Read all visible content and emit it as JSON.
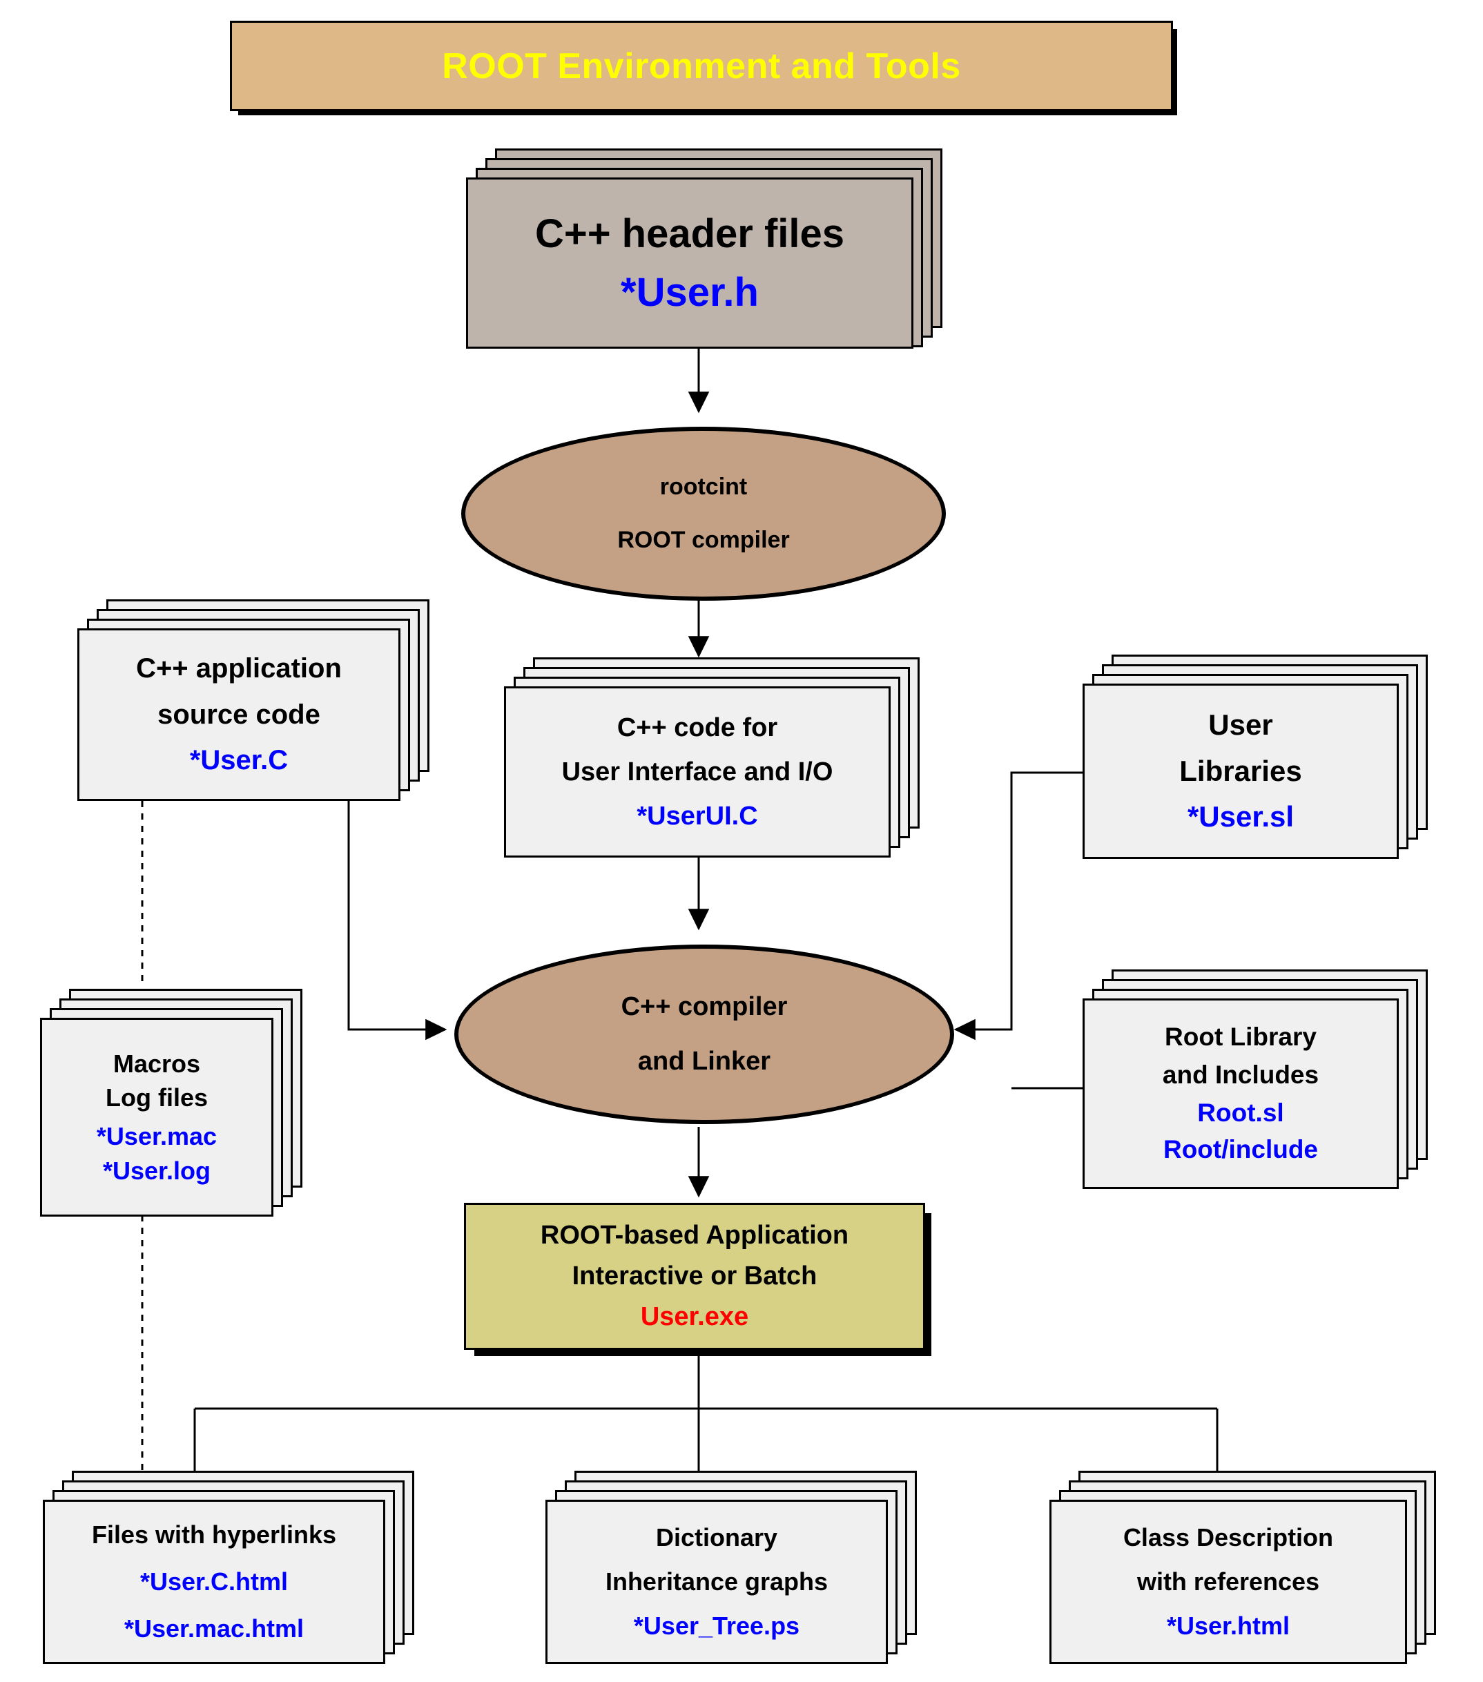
{
  "banner": {
    "title": "ROOT Environment and Tools",
    "bg": "#deb887",
    "text_color": "#ffff00"
  },
  "palette": {
    "header_fill": "#beb4ab",
    "doc_fill": "#f0f0f0",
    "ellipse_fill": "#c4a184",
    "app_fill": "#d6d184",
    "blue": "#0000ff",
    "red": "#ff0000",
    "black": "#000000"
  },
  "nodes": {
    "header_files": {
      "line1": "C++ header files",
      "line2": "*User.h",
      "kind": "stacked-document"
    },
    "rootcint": {
      "line1": "rootcint",
      "line2": "ROOT compiler",
      "kind": "ellipse"
    },
    "app_source": {
      "line1": "C++ application",
      "line2": "source code",
      "line3": "*User.C",
      "kind": "stacked-document"
    },
    "ui_code": {
      "line1": "C++ code for",
      "line2": "User Interface and I/O",
      "line3": "*UserUI.C",
      "kind": "stacked-document"
    },
    "user_libs": {
      "line1": "User",
      "line2": "Libraries",
      "line3": "*User.sl",
      "kind": "stacked-document"
    },
    "macros": {
      "line1": "Macros",
      "line2": "Log files",
      "line3": "*User.mac",
      "line4": "*User.log",
      "kind": "stacked-document"
    },
    "cpp_compiler": {
      "line1": "C++ compiler",
      "line2": "and Linker",
      "kind": "ellipse"
    },
    "root_lib": {
      "line1": "Root Library",
      "line2": "and Includes",
      "line3": "Root.sl",
      "line4": "Root/include",
      "kind": "stacked-document"
    },
    "application": {
      "line1": "ROOT-based Application",
      "line2": "Interactive or Batch",
      "line3": "User.exe",
      "kind": "shadow-box"
    },
    "files_hyperlinks": {
      "line1": "Files with hyperlinks",
      "line2": "*User.C.html",
      "line3": "*User.mac.html",
      "kind": "stacked-document"
    },
    "dictionary": {
      "line1": "Dictionary",
      "line2": "Inheritance graphs",
      "line3": "*User_Tree.ps",
      "kind": "stacked-document"
    },
    "class_desc": {
      "line1": "Class Description",
      "line2": "with references",
      "line3": "*User.html",
      "kind": "stacked-document"
    }
  },
  "edges": [
    {
      "from": "header_files",
      "to": "rootcint",
      "style": "solid-arrow"
    },
    {
      "from": "rootcint",
      "to": "ui_code",
      "style": "solid-arrow"
    },
    {
      "from": "ui_code",
      "to": "cpp_compiler",
      "style": "solid-arrow"
    },
    {
      "from": "app_source",
      "to": "cpp_compiler",
      "style": "solid-elbow-arrow"
    },
    {
      "from": "app_source",
      "to": "macros",
      "style": "dotted"
    },
    {
      "from": "user_libs",
      "to": "cpp_compiler",
      "style": "solid-elbow-arrow"
    },
    {
      "from": "root_lib",
      "to": "cpp_compiler",
      "style": "solid-elbow-arrow"
    },
    {
      "from": "cpp_compiler",
      "to": "application",
      "style": "solid-arrow"
    },
    {
      "from": "application",
      "to": "files_hyperlinks",
      "style": "solid-bus-arrow"
    },
    {
      "from": "application",
      "to": "dictionary",
      "style": "solid-bus-arrow"
    },
    {
      "from": "application",
      "to": "class_desc",
      "style": "solid-bus-arrow"
    },
    {
      "from": "macros",
      "to": "files_hyperlinks",
      "style": "dotted-arrow"
    }
  ]
}
